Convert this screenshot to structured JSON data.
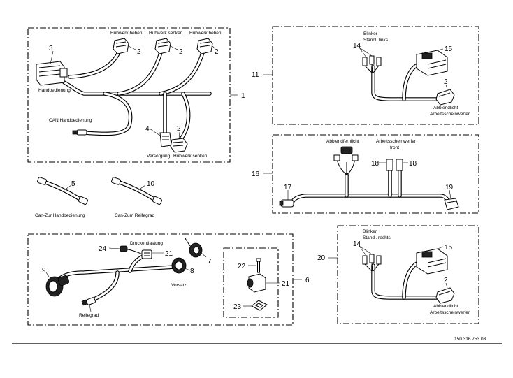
{
  "page": {
    "drawing_number": "150 316 753 03"
  },
  "groups": [
    {
      "ref": "1",
      "labels": [
        "Hubwerk heben",
        "Hubwerk senken",
        "Hubwerk heben",
        "Handbedienung",
        "CAN Handbedienung",
        "Versorgung",
        "Hubwerk senken"
      ]
    },
    {
      "ref": "11",
      "labels": [
        "Blinker",
        "Standl. links",
        "Abblendlicht",
        "Arbeitsscheinwerfer"
      ]
    },
    {
      "ref": "16",
      "labels": [
        "Abblendfernlicht",
        "Arbeitsscheinwerfer",
        "front"
      ]
    },
    {
      "ref": "20",
      "labels": [
        "Blinker",
        "Standl. rechts",
        "Abblendlicht",
        "Arbeitsscheinwerfer"
      ]
    },
    {
      "ref": "6",
      "labels": [
        "Druckentlastung",
        "Vorsatz",
        "Reifegrad"
      ]
    }
  ],
  "labels": {
    "hubwerk_heben_1": "Hubwerk heben",
    "hubwerk_senken_1": "Hubwerk senken",
    "hubwerk_heben_2": "Hubwerk heben",
    "handbedienung": "Handbedienung",
    "can_handbedienung": "CAN Handbedienung",
    "versorgung": "Versorgung",
    "hubwerk_senken_2": "Hubwerk senken",
    "can_zur_handbedienung": "Can-Zur Handbedienung",
    "can_zum_reifegrad": "Can-Zum Reifegrad",
    "blinker_l": "Blinker",
    "standl_links": "Standl. links",
    "abblendlicht_l": "Abblendlicht",
    "arbeitsscheinwerfer_l": "Arbeitsscheinwerfer",
    "abblendfernlicht": "Abblendfernlicht",
    "arbeitsscheinwerfer_front": "Arbeitsscheinwerfer",
    "front": "front",
    "blinker_r": "Blinker",
    "standl_rechts": "Standl. rechts",
    "abblendlicht_r": "Abblendlicht",
    "arbeitsscheinwerfer_r": "Arbeitsscheinwerfer",
    "druckentlastung": "Druckentlastung",
    "vorsatz": "Vorsatz",
    "reifegrad": "Reifegrad"
  },
  "callouts": {
    "c1": "1",
    "c2a": "2",
    "c2b": "2",
    "c2c": "2",
    "c2d": "2",
    "c3": "3",
    "c4": "4",
    "c5": "5",
    "c10": "10",
    "c11": "11",
    "c14a": "14",
    "c15a": "15",
    "c2e": "2",
    "c16": "16",
    "c17": "17",
    "c18a": "18",
    "c18b": "18",
    "c19": "19",
    "c20": "20",
    "c14b": "14",
    "c15b": "15",
    "c2f": "2",
    "c6": "6",
    "c7": "7",
    "c8": "8",
    "c9": "9",
    "c21a": "21",
    "c21b": "21",
    "c22": "22",
    "c23": "23",
    "c24": "24"
  }
}
